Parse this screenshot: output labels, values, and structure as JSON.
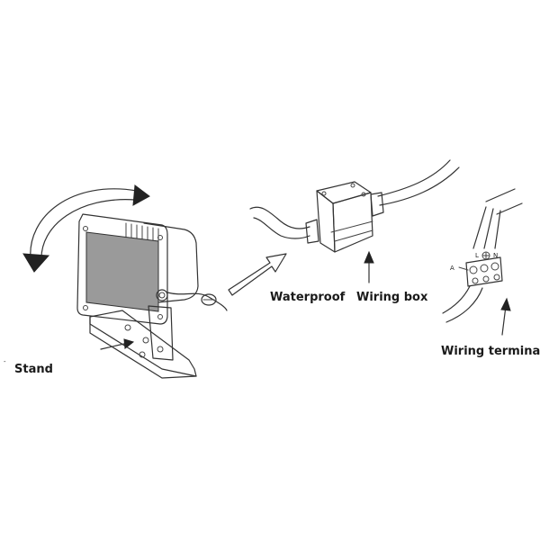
{
  "labels": {
    "stand": "Stand",
    "waterproof": "Waterproof",
    "wiring_box": "Wiring box",
    "wiring_terminal": "Wiring terminal",
    "terminal_a": "A",
    "terminal_l": "L",
    "terminal_n": "N"
  },
  "colors": {
    "line": "#333333",
    "label": "#1a1a1a",
    "panel": "#9a9a9a"
  }
}
